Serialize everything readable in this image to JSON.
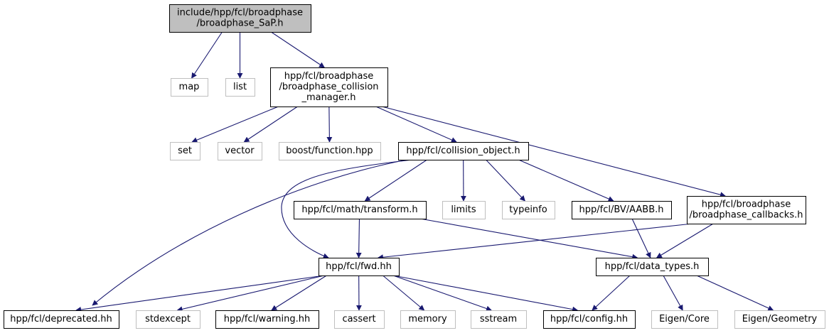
{
  "diagram": {
    "colors": {
      "edge": "#191970",
      "node_border": "#000000",
      "external_border": "#bfbfbf",
      "root_fill": "#bfbfbf",
      "fill": "#ffffff"
    },
    "nodes": [
      {
        "id": "root",
        "lines": [
          "include/hpp/fcl/broadphase",
          "/broadphase_SaP.h"
        ],
        "kind": "root"
      },
      {
        "id": "map",
        "lines": [
          "map"
        ],
        "kind": "external"
      },
      {
        "id": "list",
        "lines": [
          "list"
        ],
        "kind": "external"
      },
      {
        "id": "cm",
        "lines": [
          "hpp/fcl/broadphase",
          "/broadphase_collision",
          "_manager.h"
        ],
        "kind": "internal"
      },
      {
        "id": "set",
        "lines": [
          "set"
        ],
        "kind": "external"
      },
      {
        "id": "vector",
        "lines": [
          "vector"
        ],
        "kind": "external"
      },
      {
        "id": "boostfn",
        "lines": [
          "boost/function.hpp"
        ],
        "kind": "external"
      },
      {
        "id": "co",
        "lines": [
          "hpp/fcl/collision_object.h"
        ],
        "kind": "internal"
      },
      {
        "id": "transform",
        "lines": [
          "hpp/fcl/math/transform.h"
        ],
        "kind": "internal"
      },
      {
        "id": "limits",
        "lines": [
          "limits"
        ],
        "kind": "external"
      },
      {
        "id": "typeinfo",
        "lines": [
          "typeinfo"
        ],
        "kind": "external"
      },
      {
        "id": "aabb",
        "lines": [
          "hpp/fcl/BV/AABB.h"
        ],
        "kind": "internal"
      },
      {
        "id": "cb",
        "lines": [
          "hpp/fcl/broadphase",
          "/broadphase_callbacks.h"
        ],
        "kind": "internal"
      },
      {
        "id": "fwd",
        "lines": [
          "hpp/fcl/fwd.hh"
        ],
        "kind": "internal"
      },
      {
        "id": "dt",
        "lines": [
          "hpp/fcl/data_types.h"
        ],
        "kind": "internal"
      },
      {
        "id": "deprecated",
        "lines": [
          "hpp/fcl/deprecated.hh"
        ],
        "kind": "internal"
      },
      {
        "id": "stdexcept",
        "lines": [
          "stdexcept"
        ],
        "kind": "external"
      },
      {
        "id": "warning",
        "lines": [
          "hpp/fcl/warning.hh"
        ],
        "kind": "internal"
      },
      {
        "id": "cassert",
        "lines": [
          "cassert"
        ],
        "kind": "external"
      },
      {
        "id": "memory",
        "lines": [
          "memory"
        ],
        "kind": "external"
      },
      {
        "id": "sstream",
        "lines": [
          "sstream"
        ],
        "kind": "external"
      },
      {
        "id": "config",
        "lines": [
          "hpp/fcl/config.hh"
        ],
        "kind": "internal"
      },
      {
        "id": "eigencore",
        "lines": [
          "Eigen/Core"
        ],
        "kind": "external"
      },
      {
        "id": "eigengeom",
        "lines": [
          "Eigen/Geometry"
        ],
        "kind": "external"
      }
    ],
    "edges": [
      [
        "root",
        "map"
      ],
      [
        "root",
        "list"
      ],
      [
        "root",
        "cm"
      ],
      [
        "cm",
        "set"
      ],
      [
        "cm",
        "vector"
      ],
      [
        "cm",
        "boostfn"
      ],
      [
        "cm",
        "co"
      ],
      [
        "cm",
        "cb"
      ],
      [
        "co",
        "deprecated"
      ],
      [
        "co",
        "fwd"
      ],
      [
        "co",
        "transform"
      ],
      [
        "co",
        "limits"
      ],
      [
        "co",
        "typeinfo"
      ],
      [
        "co",
        "aabb"
      ],
      [
        "transform",
        "fwd"
      ],
      [
        "transform",
        "dt"
      ],
      [
        "aabb",
        "dt"
      ],
      [
        "cb",
        "fwd"
      ],
      [
        "cb",
        "dt"
      ],
      [
        "fwd",
        "deprecated"
      ],
      [
        "fwd",
        "stdexcept"
      ],
      [
        "fwd",
        "warning"
      ],
      [
        "fwd",
        "cassert"
      ],
      [
        "fwd",
        "memory"
      ],
      [
        "fwd",
        "sstream"
      ],
      [
        "fwd",
        "config"
      ],
      [
        "dt",
        "config"
      ],
      [
        "dt",
        "eigencore"
      ],
      [
        "dt",
        "eigengeom"
      ]
    ]
  }
}
